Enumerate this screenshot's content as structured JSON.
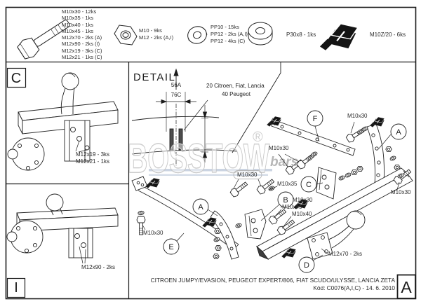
{
  "parts": {
    "bolt_lines": [
      "M10x30 - 12ks",
      "M10x35 - 1ks",
      "M10x40 - 1ks",
      "M10x45 - 1ks",
      "M12x70 - 2ks (A)",
      "M12x90 - 2ks (I)",
      "M12x19 - 3ks (C)",
      "M12x21 - 1ks (C)"
    ],
    "nut_lines": [
      "M10 - 9ks",
      "M12 - 2ks (A,I)"
    ],
    "washer_lines": [
      "PP10 - 15ks",
      "PP12 - 2ks (A,I)",
      "PP12 - 4ks (C)"
    ],
    "spacer_line": "P30x8 - 1ks",
    "cage_line": "M10Z/20 - 6ks"
  },
  "sections": {
    "c": {
      "letter": "C",
      "notes": [
        "M12x19 - 3ks",
        "M12x21 - 1ks"
      ]
    },
    "i": {
      "letter": "I",
      "note": "M12x90 - 2ks"
    }
  },
  "detail": {
    "title": "DETAIL",
    "dim_a": "56A",
    "dim_c": "76C",
    "note1": "20 Citroen, Fiat, Lancia",
    "note2": "40 Peugeot"
  },
  "watermark": {
    "main": "BOSSTOW",
    "reg": "®",
    "sub": "bars"
  },
  "main": {
    "labels": {
      "tr": "M10x30",
      "mid": "M10x30",
      "box": "M10x30",
      "m35": "M10x35",
      "c30": "M10x30",
      "m45": "M10x45",
      "m40": "M10x40",
      "left": "M10x30",
      "right": "M10x30",
      "ball": "M12x70 - 2ks"
    },
    "circles": [
      {
        "letter": "F"
      },
      {
        "letter": "A"
      },
      {
        "letter": "C"
      },
      {
        "letter": "B"
      },
      {
        "letter": "A"
      },
      {
        "letter": "E"
      },
      {
        "letter": "D"
      }
    ]
  },
  "footer": {
    "vehicles": "CITROEN JUMPY/EVASION, PEUGEOT EXPERT/806, FIAT SCUDO/ULYSSE, LANCIA ZETA",
    "code": "Kód: C0076(A,I,C) - 14. 6. 2010",
    "sheet": "A"
  }
}
